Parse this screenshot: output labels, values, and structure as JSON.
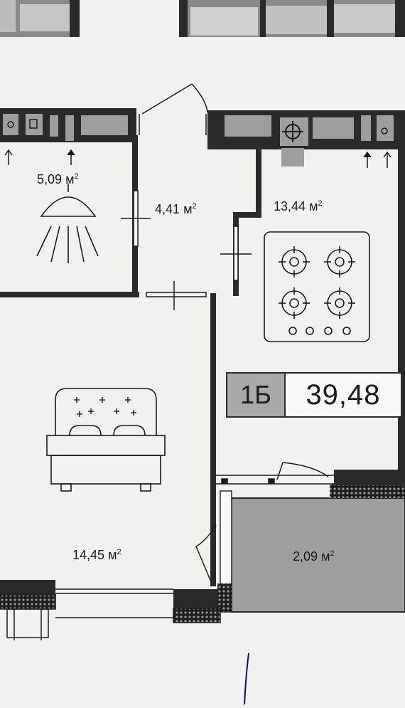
{
  "plan": {
    "apartment_code": "1Б",
    "total_area": "39,48",
    "unit": "м",
    "unit_power": "2",
    "rooms": [
      {
        "id": "bathroom",
        "area": "5,09"
      },
      {
        "id": "hallway",
        "area": "4,41"
      },
      {
        "id": "kitchen",
        "area": "13,44"
      },
      {
        "id": "bedroom",
        "area": "14,45"
      },
      {
        "id": "balcony",
        "area": "2,09"
      }
    ]
  },
  "colors": {
    "wall": "#2a2a2a",
    "background": "#f1f1ef",
    "balcony_fill": "#9e9e9e",
    "badge_code_fill": "#a9a9a9"
  }
}
